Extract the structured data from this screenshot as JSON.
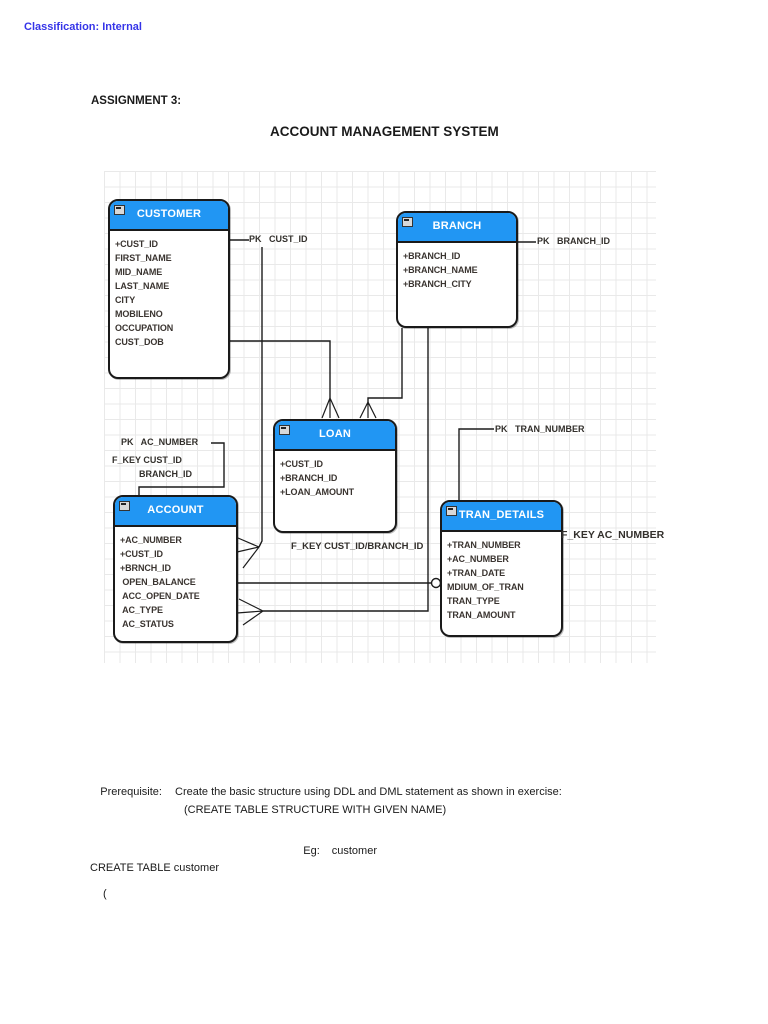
{
  "page": {
    "classification": "Classification: Internal",
    "assignment_label": "ASSIGNMENT 3:",
    "title": "ACCOUNT MANAGEMENT SYSTEM"
  },
  "diagram": {
    "entities": [
      {
        "name": "CUSTOMER",
        "fields": [
          "+CUST_ID",
          "FIRST_NAME",
          "MID_NAME",
          "LAST_NAME",
          "CITY",
          "MOBILENO",
          "OCCUPATION",
          "CUST_DOB"
        ]
      },
      {
        "name": "BRANCH",
        "fields": [
          "+BRANCH_ID",
          "+BRANCH_NAME",
          "+BRANCH_CITY"
        ]
      },
      {
        "name": "LOAN",
        "fields": [
          "+CUST_ID",
          "+BRANCH_ID",
          "+LOAN_AMOUNT"
        ]
      },
      {
        "name": "ACCOUNT",
        "fields": [
          "+AC_NUMBER",
          "+CUST_ID",
          "+BRNCH_ID",
          " OPEN_BALANCE",
          " ACC_OPEN_DATE",
          " AC_TYPE",
          " AC_STATUS"
        ]
      },
      {
        "name": "TRAN_DETAILS",
        "fields": [
          "+TRAN_NUMBER",
          "+AC_NUMBER",
          "+TRAN_DATE",
          "MDIUM_OF_TRAN",
          "TRAN_TYPE",
          "TRAN_AMOUNT"
        ]
      }
    ],
    "labels": {
      "customer_pk": "PK   CUST_ID",
      "branch_pk": "PK   BRANCH_ID",
      "account_pk": "PK   AC_NUMBER",
      "account_fkey_line1": "F_KEY CUST_ID",
      "account_fkey_line2": "BRANCH_ID",
      "loan_fkey": "F_KEY CUST_ID/BRANCH_ID",
      "tran_pk": "PK   TRAN_NUMBER",
      "tran_fkey": "F_KEY AC_NUMBER"
    },
    "colors": {
      "header_blue": "#2196f3",
      "entity_border": "#1a1a1a",
      "classification_blue": "#3534e8"
    }
  },
  "body_text": {
    "prerequisite_label": "Prerequisite:",
    "prerequisite_text": "Create the basic structure using DDL and DML statement as shown in exercise:",
    "create_note": "(CREATE TABLE STRUCTURE WITH GIVEN NAME)",
    "eg_label": "Eg:",
    "eg_value": "customer",
    "create_table_line": "CREATE TABLE customer",
    "open_paren": "("
  }
}
